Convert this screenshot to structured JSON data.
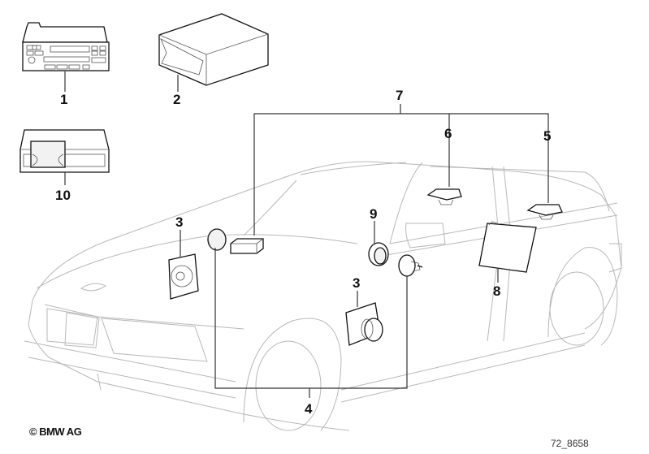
{
  "diagram": {
    "title": "BMW audio system parts diagram",
    "copyright": "© BMW AG",
    "reference_number": "72_8658",
    "colors": {
      "part_outline": "#111111",
      "vehicle_outline": "#b8b8b8",
      "background": "#ffffff"
    },
    "callouts": [
      {
        "number": "1",
        "part": "radio unit"
      },
      {
        "number": "2",
        "part": "amplifier box"
      },
      {
        "number": "3",
        "part": "front door speaker"
      },
      {
        "number": "3",
        "part": "front door speaker"
      },
      {
        "number": "4",
        "part": "front speaker set bracket"
      },
      {
        "number": "5",
        "part": "rear shelf speaker right"
      },
      {
        "number": "6",
        "part": "rear shelf speaker left"
      },
      {
        "number": "7",
        "part": "speaker kit bracket"
      },
      {
        "number": "8",
        "part": "rear side panel speaker"
      },
      {
        "number": "9",
        "part": "tweeter"
      },
      {
        "number": "10",
        "part": "cassette/CD module"
      }
    ]
  }
}
